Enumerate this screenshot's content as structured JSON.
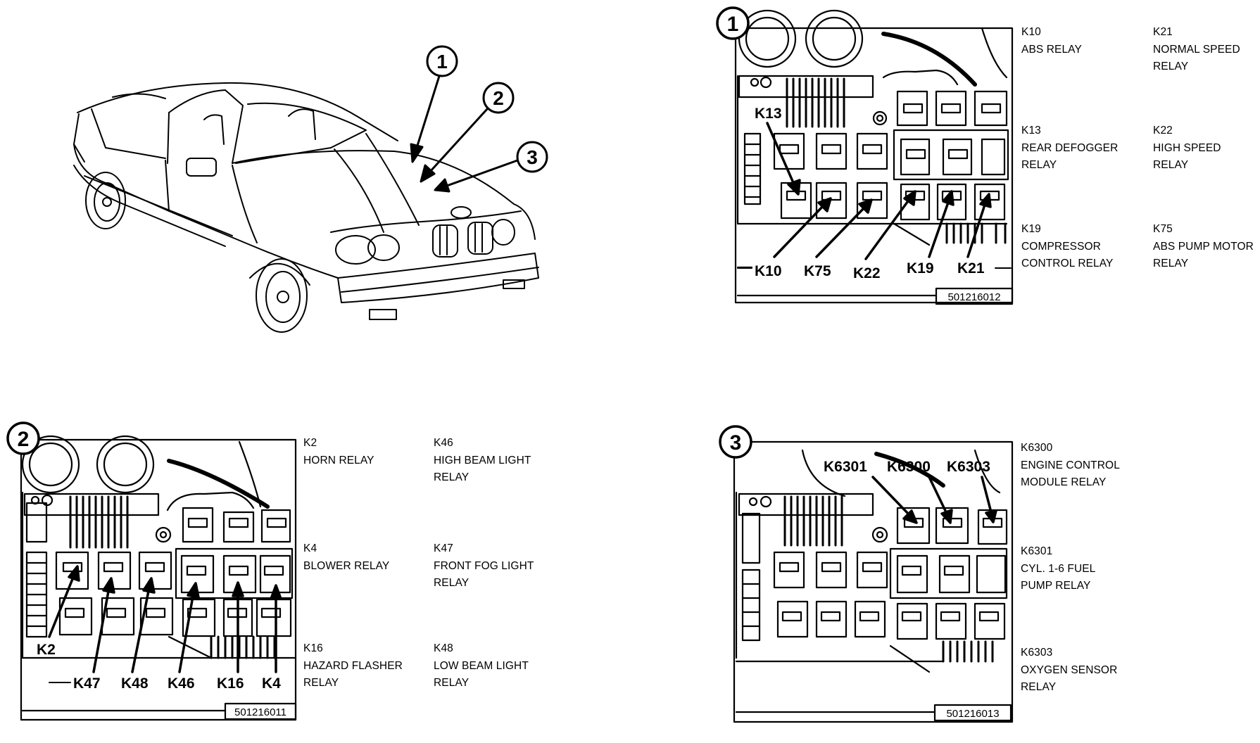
{
  "callouts": [
    "1",
    "2",
    "3"
  ],
  "panel1": {
    "number": "1",
    "code": "501216012",
    "arrow_labels": [
      "K13",
      "K10",
      "K75",
      "K22",
      "K19",
      "K21"
    ],
    "legend": [
      {
        "id": "K10",
        "lines": [
          "ABS RELAY"
        ]
      },
      {
        "id": "K21",
        "lines": [
          "NORMAL SPEED",
          "RELAY"
        ]
      },
      {
        "id": "K13",
        "lines": [
          "REAR DEFOGGER",
          "RELAY"
        ]
      },
      {
        "id": "K22",
        "lines": [
          "HIGH SPEED",
          "RELAY"
        ]
      },
      {
        "id": "K19",
        "lines": [
          "COMPRESSOR",
          "CONTROL RELAY"
        ]
      },
      {
        "id": "K75",
        "lines": [
          "ABS PUMP MOTOR",
          "RELAY"
        ]
      }
    ]
  },
  "panel2": {
    "number": "2",
    "code": "501216011",
    "arrow_labels": [
      "K2",
      "K47",
      "K48",
      "K46",
      "K16",
      "K4"
    ],
    "legend": [
      {
        "id": "K2",
        "lines": [
          "HORN RELAY"
        ]
      },
      {
        "id": "K46",
        "lines": [
          "HIGH BEAM LIGHT",
          "RELAY"
        ]
      },
      {
        "id": "K4",
        "lines": [
          "BLOWER RELAY"
        ]
      },
      {
        "id": "K47",
        "lines": [
          "FRONT FOG LIGHT",
          "RELAY"
        ]
      },
      {
        "id": "K16",
        "lines": [
          "HAZARD FLASHER",
          "RELAY"
        ]
      },
      {
        "id": "K48",
        "lines": [
          "LOW BEAM LIGHT",
          "RELAY"
        ]
      }
    ]
  },
  "panel3": {
    "number": "3",
    "code": "501216013",
    "arrow_labels": [
      "K6301",
      "K6300",
      "K6303"
    ],
    "legend": [
      {
        "id": "K6300",
        "lines": [
          "ENGINE CONTROL",
          "MODULE RELAY"
        ]
      },
      {
        "id": "K6301",
        "lines": [
          "CYL. 1-6 FUEL",
          "PUMP RELAY"
        ]
      },
      {
        "id": "K6303",
        "lines": [
          "OXYGEN SENSOR",
          "RELAY"
        ]
      }
    ]
  }
}
